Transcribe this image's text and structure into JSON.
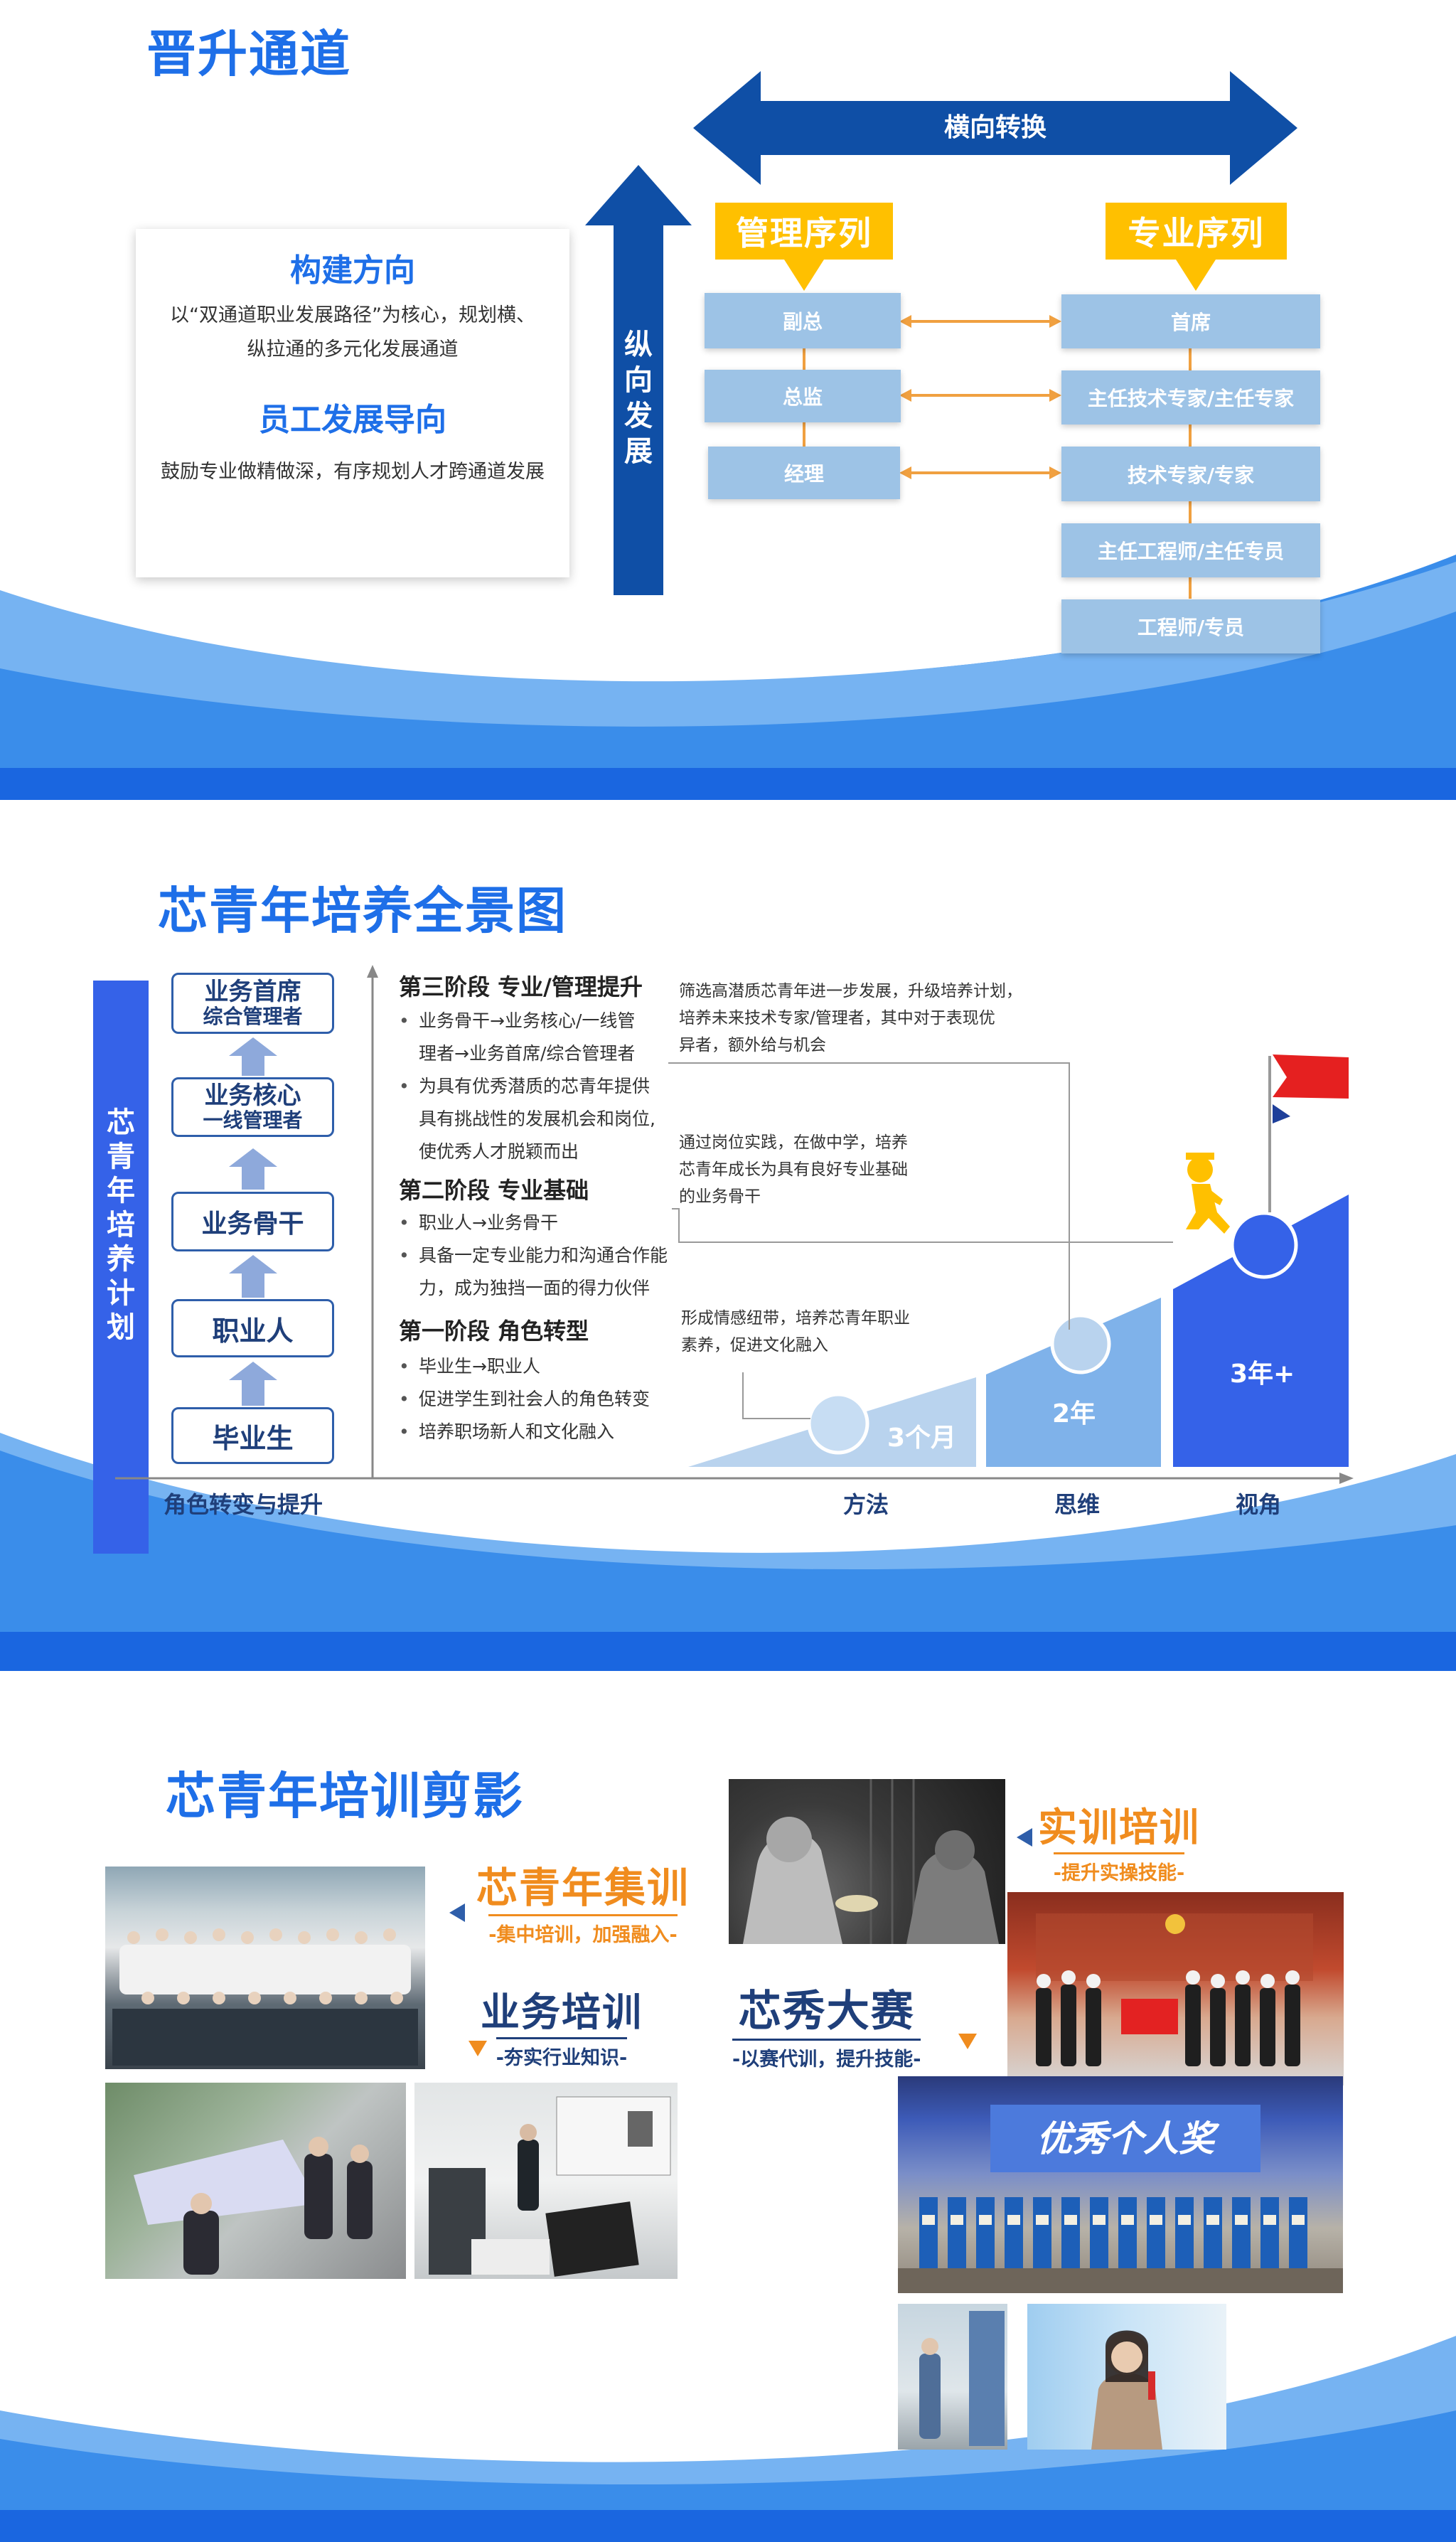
{
  "section1": {
    "title": "晋升通道",
    "horizontal_arrow": "横向转换",
    "vertical_arrow": [
      "纵",
      "向",
      "发",
      "展"
    ],
    "card": {
      "h1": "构建方向",
      "t1a": "以“双通道职业发展路径”为核心，规划横、",
      "t1b": "纵拉通的多元化发展通道",
      "h2": "员工发展导向",
      "t2": "鼓励专业做精做深，有序规划人才跨通道发展"
    },
    "mgmt_label": "管理序列",
    "prof_label": "专业序列",
    "mgmt_levels": [
      "副总",
      "总监",
      "经理"
    ],
    "prof_levels": [
      "首席",
      "主任技术专家/主任专家",
      "技术专家/专家",
      "主任工程师/主任专员",
      "工程师/专员"
    ]
  },
  "section2": {
    "title": "芯青年培养全景图",
    "vertical_label": [
      "芯",
      "青",
      "年",
      "培",
      "养",
      "计",
      "划"
    ],
    "roles": [
      {
        "l1": "业务首席",
        "l2": "综合管理者"
      },
      {
        "l1": "业务核心",
        "l2": "一线管理者"
      },
      {
        "l1": "业务骨干",
        "l2": ""
      },
      {
        "l1": "职业人",
        "l2": ""
      },
      {
        "l1": "毕业生",
        "l2": ""
      }
    ],
    "stage3": {
      "title": "第三阶段 专业/管理提升",
      "b1": "业务骨干→业务核心/一线管",
      "b1b": "理者→业务首席/综合管理者",
      "b2": "为具有优秀潜质的芯青年提供",
      "b2b": "具有挑战性的发展机会和岗位,",
      "b2c": "使优秀人才脱颖而出"
    },
    "stage2": {
      "title": "第二阶段 专业基础",
      "b1": "职业人→业务骨干",
      "b2": "具备一定专业能力和沟通合作能",
      "b2b": "力，成为独挡一面的得力伙伴"
    },
    "stage1": {
      "title": "第一阶段 角色转型",
      "b1": "毕业生→职业人",
      "b2": "促进学生到社会人的角色转变",
      "b3": "培养职场新人和文化融入"
    },
    "note3": [
      "筛选高潜质芯青年进一步发展，升级培养计划，",
      "培养未来技术专家/管理者，其中对于表现优",
      "异者，额外给与机会"
    ],
    "note2": [
      "通过岗位实践，在做中学，培养",
      "芯青年成长为具有良好专业基础",
      "的业务骨干"
    ],
    "note1": [
      "形成情感纽带，培养芯青年职业",
      "素养，促进文化融入"
    ],
    "steps": [
      "3个月",
      "2年",
      "3年+"
    ],
    "axis": {
      "left": "角色转变与提升",
      "a": "方法",
      "b": "思维",
      "c": "视角"
    },
    "colors": {
      "step1": "#B9D3EE",
      "step2": "#7FB2EA",
      "step3": "#3562E8"
    }
  },
  "section3": {
    "title": "芯青年培训剪影",
    "lab1": {
      "a": "芯青年集训",
      "b": "-集中培训，加强融入-"
    },
    "lab2": {
      "a": "业务培训",
      "b": "-夯实行业知识-"
    },
    "lab3": {
      "a": "实训培训",
      "b": "-提升实操技能-"
    },
    "lab4": {
      "a": "芯秀大赛",
      "b": "-以赛代训，提升技能-"
    },
    "banner": "优秀个人奖"
  },
  "colors": {
    "brand": "#1E6FE8",
    "orange": "#F08C1E",
    "navy": "#1F3F7A",
    "yellow": "#FFC000"
  }
}
